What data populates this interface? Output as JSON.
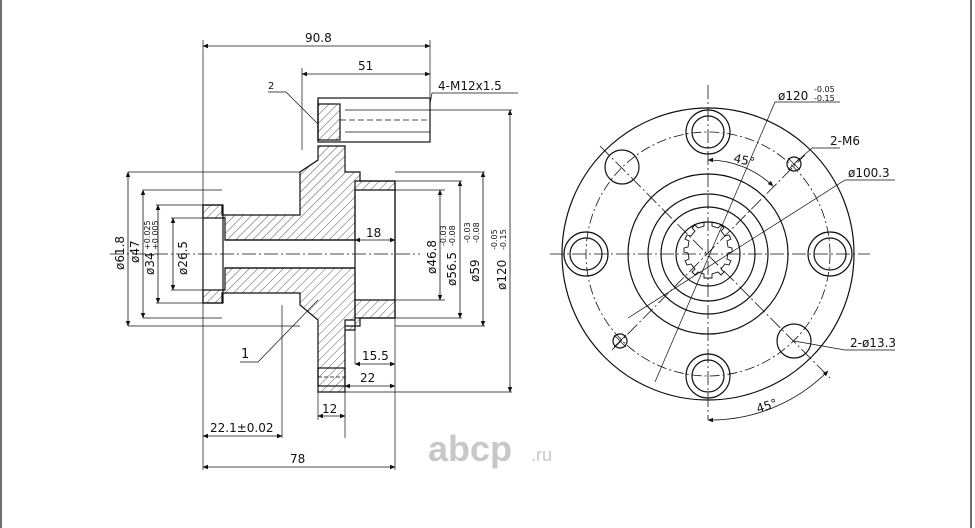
{
  "side_view": {
    "dims": {
      "overall_width": "90.8",
      "stud_to_face": "51",
      "thread_note": "4-M12x1.5",
      "part_2": "2",
      "part_1": "1",
      "d61_8": "ø61.8",
      "d47": "ø47",
      "d34": "ø34",
      "d34_tol_upper": "+0.025",
      "d34_tol_lower": "+0.005",
      "d26_5": "ø26.5",
      "bore_len": "18",
      "d46_8": "ø46.8",
      "d56_5": "ø56.5",
      "d56_5_tol_upper": "-0.03",
      "d56_5_tol_lower": "-0.08",
      "d59": "ø59",
      "d59_tol_upper": "-0.03",
      "d59_tol_lower": "-0.08",
      "d120": "ø120",
      "d120_tol_upper": "-0.05",
      "d120_tol_lower": "-0.15",
      "d15_5": "15.5",
      "d22": "22",
      "d12": "12",
      "d22_1": "22.1±0.02",
      "d78": "78"
    }
  },
  "front_view": {
    "dims": {
      "d120": "ø120",
      "d120_tol_upper": "-0.05",
      "d120_tol_lower": "-0.15",
      "m6": "2-M6",
      "d100_3": "ø100.3",
      "d13_3": "2-ø13.3",
      "angle_top": "45°",
      "angle_bottom": "45°"
    }
  },
  "watermark": {
    "brand": "abcp",
    "suffix": ".ru",
    "color": "#c8c8c8"
  },
  "colors": {
    "line": "#111111",
    "hatch": "#333333"
  }
}
